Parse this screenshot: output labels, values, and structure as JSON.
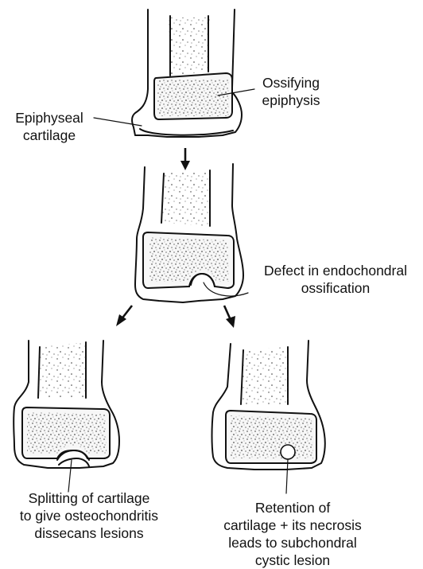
{
  "labels": {
    "ossifying": [
      "Ossifying",
      "epiphysis"
    ],
    "cartilage": [
      "Epiphyseal",
      "cartilage"
    ],
    "defect": [
      "Defect in endochondral",
      "ossification"
    ],
    "splitting": [
      "Splitting of cartilage",
      "to give osteochondritis",
      "dissecans lesions"
    ],
    "retention": [
      "Retention of",
      "cartilage + its necrosis",
      "leads to subchondral",
      "cystic lesion"
    ]
  }
}
